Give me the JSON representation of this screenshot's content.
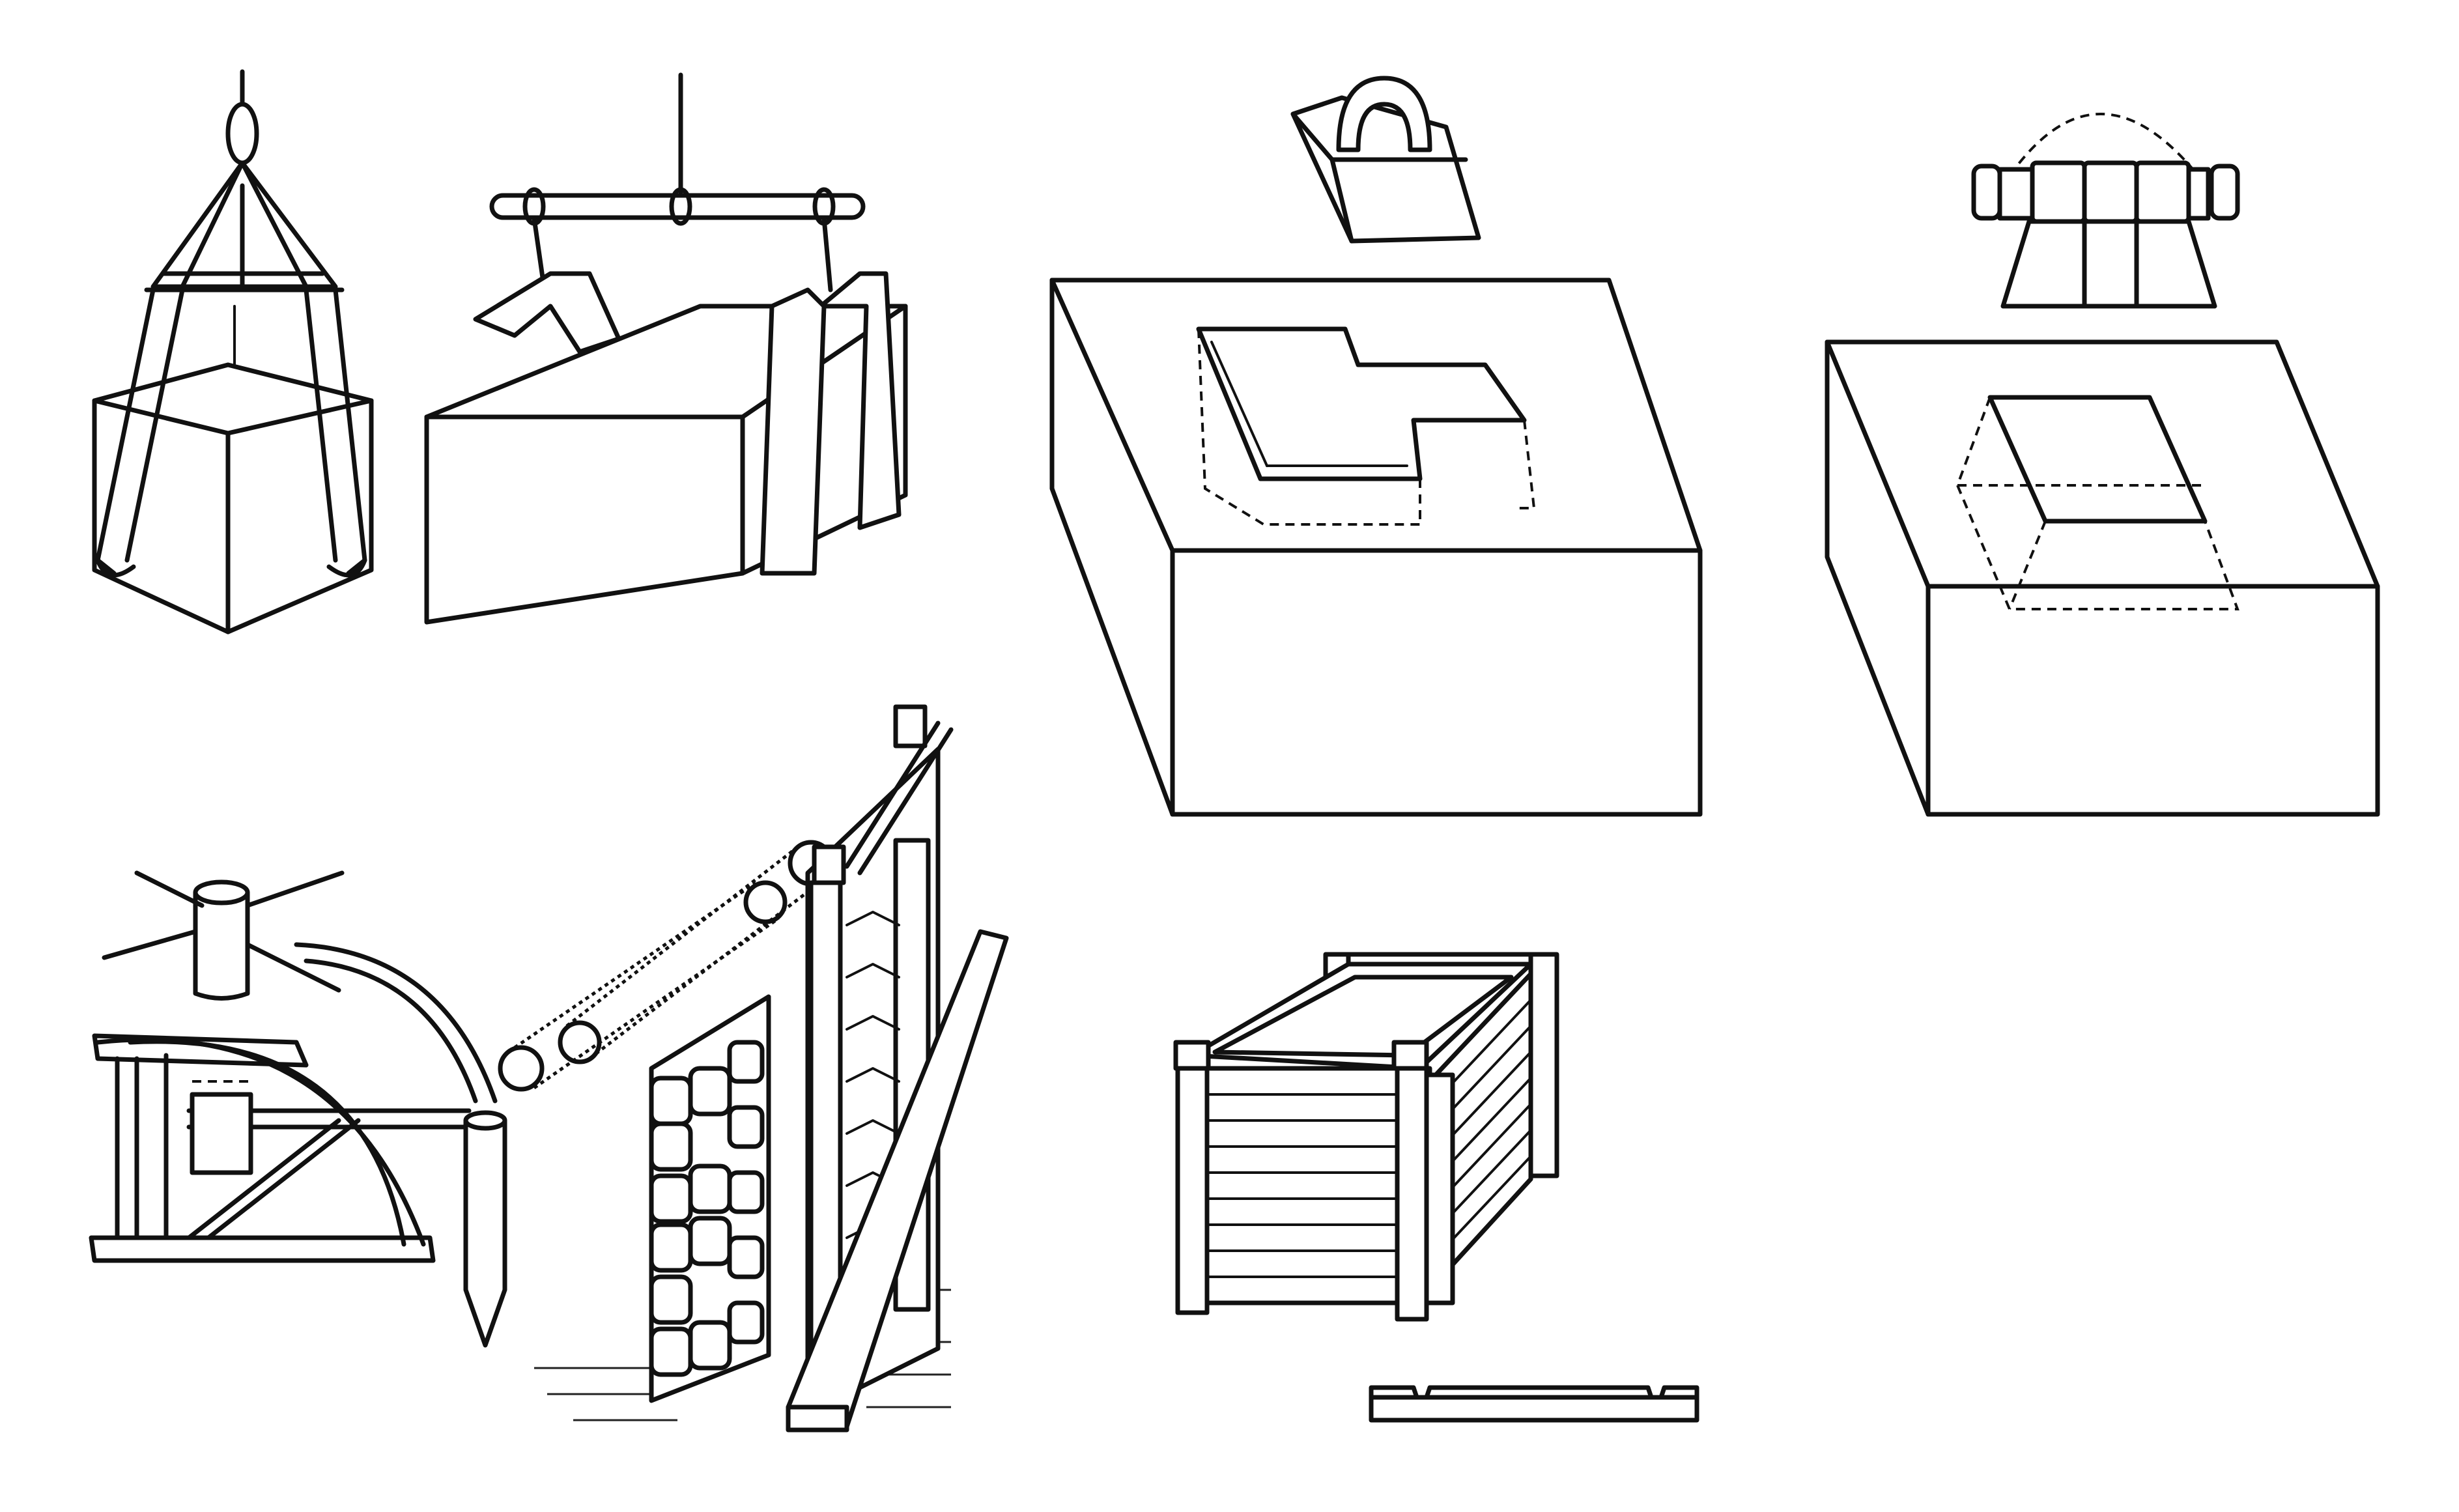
{
  "figure": {
    "panels": [
      "claw-lifter",
      "bar-lifter",
      "single-lewis",
      "triple-lewis",
      "capstan-pile",
      "timber-crib"
    ]
  }
}
